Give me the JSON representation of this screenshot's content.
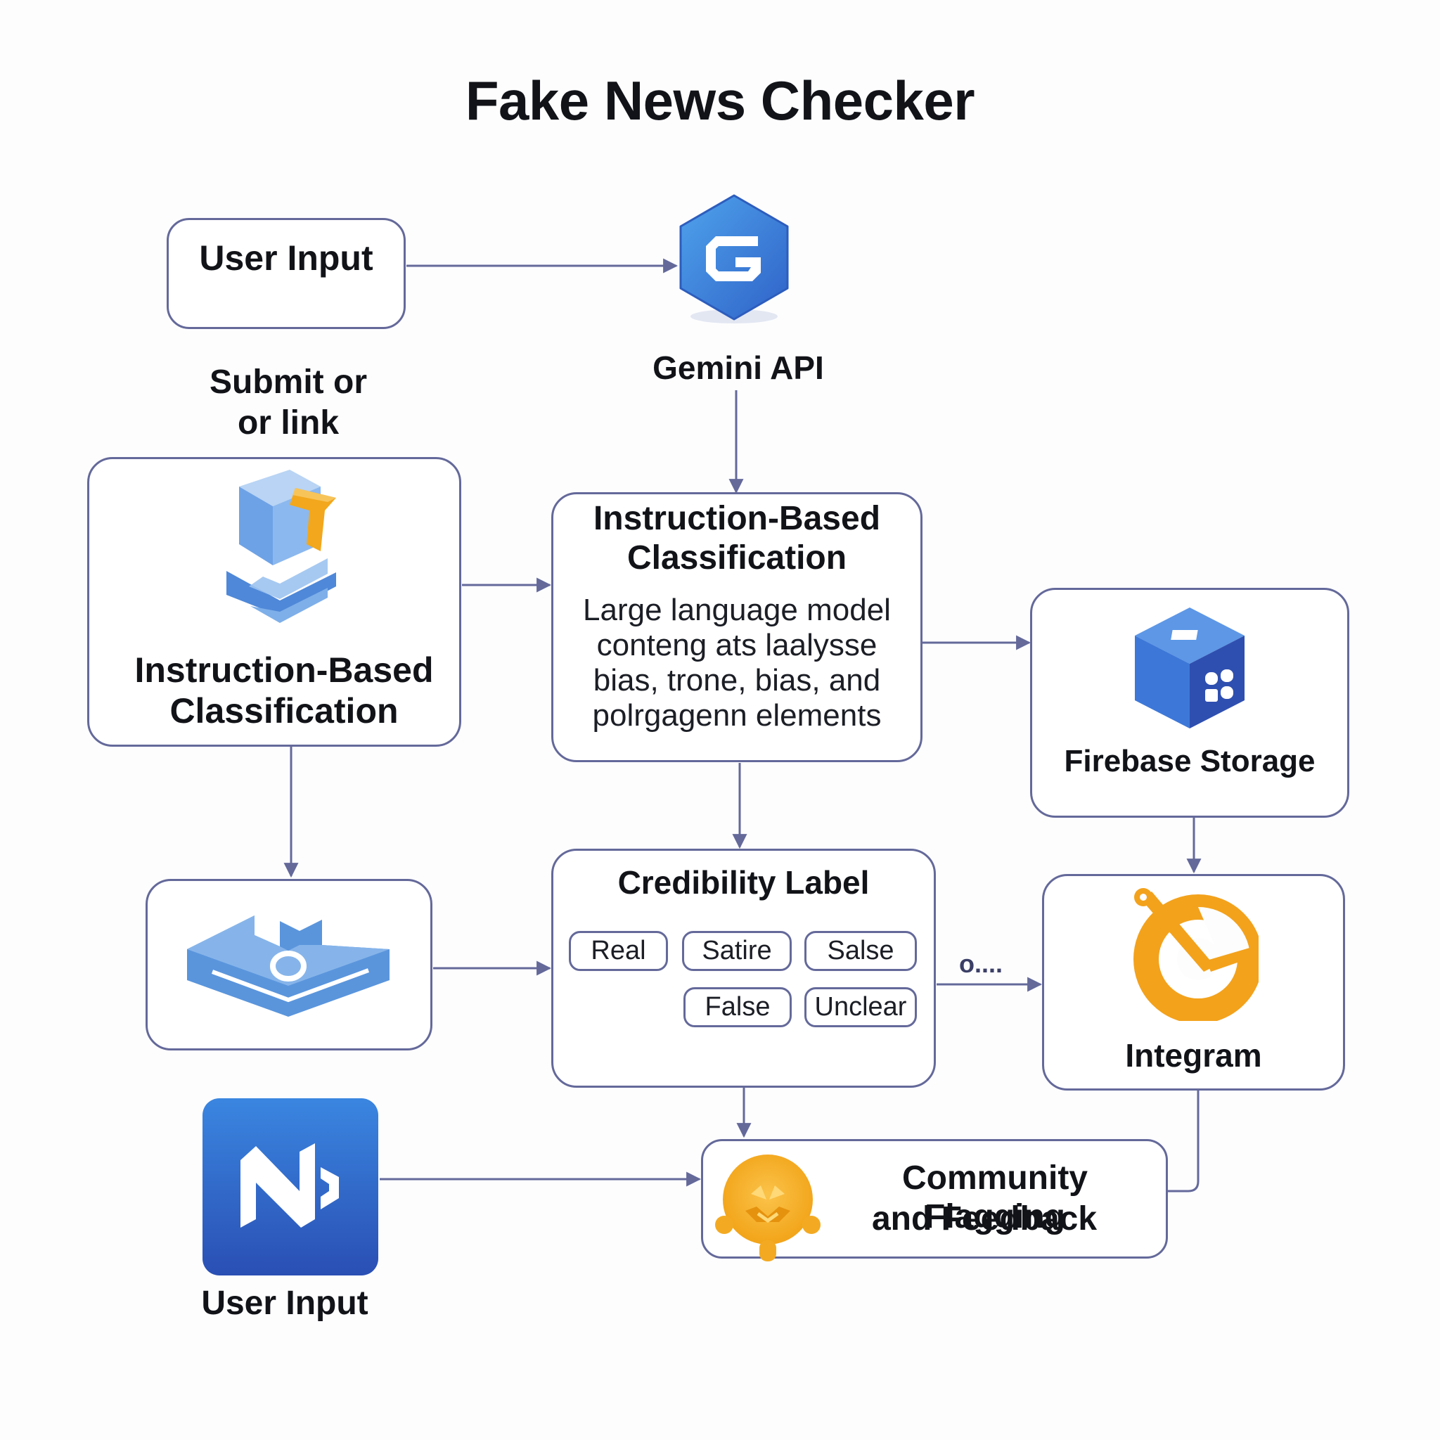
{
  "title": "Fake News Checker",
  "nodes": {
    "user_input_top": {
      "label": "User Input"
    },
    "gemini": {
      "label": "Gemini API",
      "icon": "gemini-hexagon-icon"
    },
    "submit_note": {
      "line1": "Submit or",
      "line2": "or link"
    },
    "left_classification": {
      "line1": "Instruction-Based",
      "line2": "Classification",
      "icon": "cube-arrow-icon"
    },
    "center_classification": {
      "line1": "Instruction-Based",
      "line2": "Classification",
      "desc1": "Large language model",
      "desc2": "conteng ats laalysse",
      "desc3": "bias, trone, bias, and",
      "desc4": "polrgagenn elements"
    },
    "firebase": {
      "label": "Firebase Storage",
      "icon": "storage-cube-icon"
    },
    "scanner": {
      "icon": "document-tray-icon"
    },
    "credibility": {
      "label": "Credibility Label",
      "tags": [
        "Real",
        "Satire",
        "Salse",
        "False",
        "Unclear"
      ]
    },
    "connector_note": "o....",
    "integram": {
      "label": "Integram",
      "icon": "orange-ring-icon"
    },
    "user_input_bottom": {
      "label": "User Input",
      "icon": "app-n-icon"
    },
    "community": {
      "line1": "Community Flagging",
      "line2": "and Feedback",
      "icon": "community-badge-icon"
    }
  },
  "colors": {
    "line": "#64699a",
    "blue": "#3f7fd9",
    "orange": "#f3a51d"
  }
}
